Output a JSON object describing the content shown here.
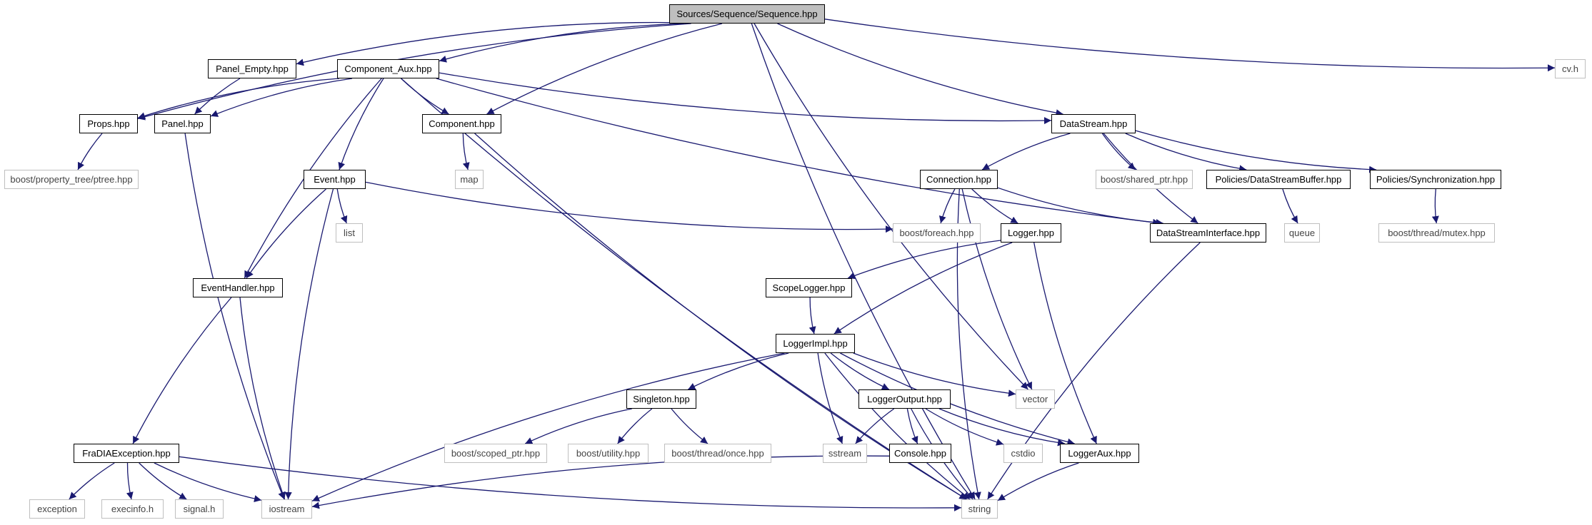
{
  "diagram": {
    "root": "Sources/Sequence/Sequence.hpp",
    "edge_color": "#191970",
    "nodes": [
      {
        "id": "root",
        "label": "Sources/Sequence/Sequence.hpp",
        "kind": "root"
      },
      {
        "id": "panel_empty",
        "label": "Panel_Empty.hpp",
        "kind": "internal"
      },
      {
        "id": "component_aux",
        "label": "Component_Aux.hpp",
        "kind": "internal"
      },
      {
        "id": "cvh",
        "label": "cv.h",
        "kind": "external"
      },
      {
        "id": "props",
        "label": "Props.hpp",
        "kind": "internal"
      },
      {
        "id": "panel",
        "label": "Panel.hpp",
        "kind": "internal"
      },
      {
        "id": "component",
        "label": "Component.hpp",
        "kind": "internal"
      },
      {
        "id": "datastream",
        "label": "DataStream.hpp",
        "kind": "internal"
      },
      {
        "id": "ptree",
        "label": "boost/property_tree/ptree.hpp",
        "kind": "external"
      },
      {
        "id": "map",
        "label": "map",
        "kind": "external"
      },
      {
        "id": "event",
        "label": "Event.hpp",
        "kind": "internal"
      },
      {
        "id": "connection",
        "label": "Connection.hpp",
        "kind": "internal"
      },
      {
        "id": "shared_ptr",
        "label": "boost/shared_ptr.hpp",
        "kind": "external"
      },
      {
        "id": "dsbuffer",
        "label": "Policies/DataStreamBuffer.hpp",
        "kind": "internal"
      },
      {
        "id": "sync",
        "label": "Policies/Synchronization.hpp",
        "kind": "internal"
      },
      {
        "id": "list",
        "label": "list",
        "kind": "external"
      },
      {
        "id": "foreach",
        "label": "boost/foreach.hpp",
        "kind": "external"
      },
      {
        "id": "logger",
        "label": "Logger.hpp",
        "kind": "internal"
      },
      {
        "id": "dsinterface",
        "label": "DataStreamInterface.hpp",
        "kind": "internal"
      },
      {
        "id": "queue",
        "label": "queue",
        "kind": "external"
      },
      {
        "id": "mutex",
        "label": "boost/thread/mutex.hpp",
        "kind": "external"
      },
      {
        "id": "eventhandler",
        "label": "EventHandler.hpp",
        "kind": "internal"
      },
      {
        "id": "scopelogger",
        "label": "ScopeLogger.hpp",
        "kind": "internal"
      },
      {
        "id": "loggerimpl",
        "label": "LoggerImpl.hpp",
        "kind": "internal"
      },
      {
        "id": "singleton",
        "label": "Singleton.hpp",
        "kind": "internal"
      },
      {
        "id": "loggeroutput",
        "label": "LoggerOutput.hpp",
        "kind": "internal"
      },
      {
        "id": "vector",
        "label": "vector",
        "kind": "external"
      },
      {
        "id": "fradia",
        "label": "FraDIAException.hpp",
        "kind": "internal"
      },
      {
        "id": "scoped_ptr",
        "label": "boost/scoped_ptr.hpp",
        "kind": "external"
      },
      {
        "id": "utility",
        "label": "boost/utility.hpp",
        "kind": "external"
      },
      {
        "id": "once",
        "label": "boost/thread/once.hpp",
        "kind": "external"
      },
      {
        "id": "sstream",
        "label": "sstream",
        "kind": "external"
      },
      {
        "id": "console",
        "label": "Console.hpp",
        "kind": "internal"
      },
      {
        "id": "cstdio",
        "label": "cstdio",
        "kind": "external"
      },
      {
        "id": "loggeraux",
        "label": "LoggerAux.hpp",
        "kind": "internal"
      },
      {
        "id": "exception",
        "label": "exception",
        "kind": "external"
      },
      {
        "id": "execinfo",
        "label": "execinfo.h",
        "kind": "external"
      },
      {
        "id": "signal",
        "label": "signal.h",
        "kind": "external"
      },
      {
        "id": "iostream",
        "label": "iostream",
        "kind": "external"
      },
      {
        "id": "string",
        "label": "string",
        "kind": "external"
      }
    ],
    "edges": [
      [
        "root",
        "props"
      ],
      [
        "root",
        "panel_empty"
      ],
      [
        "root",
        "component_aux"
      ],
      [
        "root",
        "component"
      ],
      [
        "root",
        "vector"
      ],
      [
        "root",
        "datastream"
      ],
      [
        "root",
        "cvh"
      ],
      [
        "root",
        "string"
      ],
      [
        "panel_empty",
        "panel"
      ],
      [
        "component_aux",
        "props"
      ],
      [
        "component_aux",
        "panel"
      ],
      [
        "component_aux",
        "component"
      ],
      [
        "component_aux",
        "datastream"
      ],
      [
        "component_aux",
        "event"
      ],
      [
        "component_aux",
        "eventhandler"
      ],
      [
        "component_aux",
        "string"
      ],
      [
        "component_aux",
        "dsinterface"
      ],
      [
        "props",
        "ptree"
      ],
      [
        "panel",
        "iostream"
      ],
      [
        "component",
        "map"
      ],
      [
        "component",
        "string"
      ],
      [
        "datastream",
        "connection"
      ],
      [
        "datastream",
        "shared_ptr"
      ],
      [
        "datastream",
        "dsbuffer"
      ],
      [
        "datastream",
        "sync"
      ],
      [
        "datastream",
        "dsinterface"
      ],
      [
        "event",
        "list"
      ],
      [
        "event",
        "foreach"
      ],
      [
        "event",
        "eventhandler"
      ],
      [
        "event",
        "iostream"
      ],
      [
        "connection",
        "foreach"
      ],
      [
        "connection",
        "logger"
      ],
      [
        "connection",
        "dsinterface"
      ],
      [
        "connection",
        "vector"
      ],
      [
        "connection",
        "string"
      ],
      [
        "dsbuffer",
        "queue"
      ],
      [
        "sync",
        "mutex"
      ],
      [
        "dsinterface",
        "string"
      ],
      [
        "logger",
        "scopelogger"
      ],
      [
        "logger",
        "loggerimpl"
      ],
      [
        "logger",
        "loggeraux"
      ],
      [
        "scopelogger",
        "loggerimpl"
      ],
      [
        "eventhandler",
        "fradia"
      ],
      [
        "eventhandler",
        "iostream"
      ],
      [
        "loggerimpl",
        "singleton"
      ],
      [
        "loggerimpl",
        "loggeroutput"
      ],
      [
        "loggerimpl",
        "vector"
      ],
      [
        "loggerimpl",
        "sstream"
      ],
      [
        "loggerimpl",
        "loggeraux"
      ],
      [
        "loggerimpl",
        "iostream"
      ],
      [
        "loggerimpl",
        "string"
      ],
      [
        "singleton",
        "scoped_ptr"
      ],
      [
        "singleton",
        "utility"
      ],
      [
        "singleton",
        "once"
      ],
      [
        "loggeroutput",
        "sstream"
      ],
      [
        "loggeroutput",
        "console"
      ],
      [
        "loggeroutput",
        "cstdio"
      ],
      [
        "loggeroutput",
        "loggeraux"
      ],
      [
        "loggeroutput",
        "string"
      ],
      [
        "console",
        "iostream"
      ],
      [
        "loggeraux",
        "string"
      ],
      [
        "fradia",
        "exception"
      ],
      [
        "fradia",
        "execinfo"
      ],
      [
        "fradia",
        "signal"
      ],
      [
        "fradia",
        "iostream"
      ],
      [
        "fradia",
        "string"
      ]
    ]
  }
}
